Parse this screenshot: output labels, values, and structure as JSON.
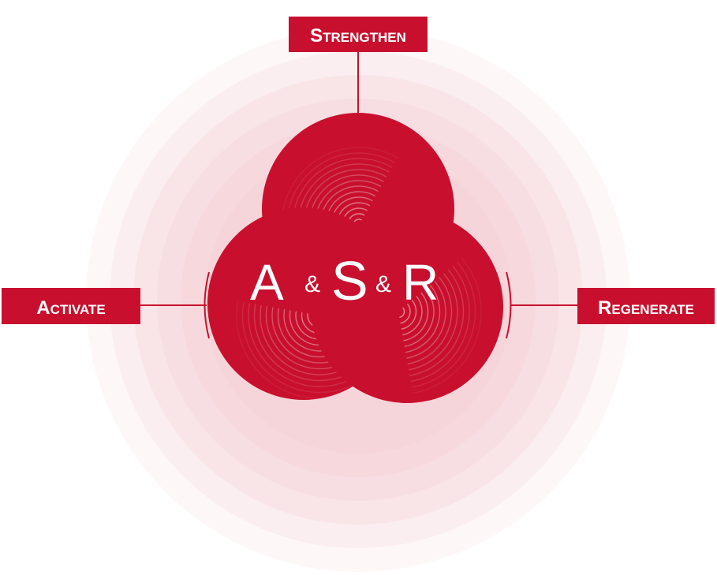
{
  "diagram": {
    "center": {
      "letter_a": "A",
      "amp_1": "&",
      "letter_s": "S",
      "amp_2": "&",
      "letter_r": "R"
    },
    "labels": {
      "top": {
        "first": "S",
        "rest": "TRENGTHEN"
      },
      "left": {
        "first": "A",
        "rest": "CTIVATE"
      },
      "right": {
        "first": "R",
        "rest": "EGENERATE"
      }
    },
    "colors": {
      "primary": "#c8102e",
      "halo": "#f6d3d9"
    }
  }
}
